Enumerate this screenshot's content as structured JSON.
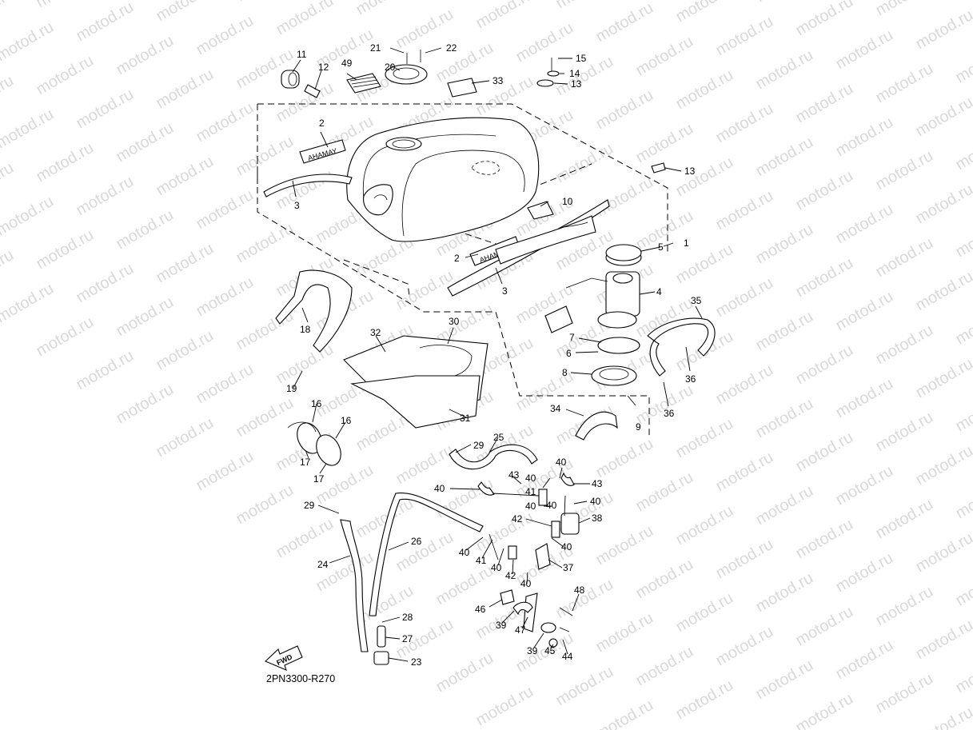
{
  "watermark": "motod.ru",
  "diagram_code": "2PN3300-R270",
  "fwd_label": "FWD",
  "callouts": {
    "c1": "1",
    "c2a": "2",
    "c2b": "2",
    "c3a": "3",
    "c3b": "3",
    "c4": "4",
    "c5": "5",
    "c6": "6",
    "c7": "7",
    "c8": "8",
    "c9": "9",
    "c10": "10",
    "c11": "11",
    "c12": "12",
    "c13a": "13",
    "c13b": "13",
    "c14": "14",
    "c15": "15",
    "c16a": "16",
    "c16b": "16",
    "c17a": "17",
    "c17b": "17",
    "c18": "18",
    "c19": "19",
    "c20": "20",
    "c21": "21",
    "c22": "22",
    "c23": "23",
    "c24": "24",
    "c25": "25",
    "c26": "26",
    "c27": "27",
    "c28": "28",
    "c29a": "29",
    "c29b": "29",
    "c30": "30",
    "c31": "31",
    "c32": "32",
    "c33": "33",
    "c34": "34",
    "c35": "35",
    "c36a": "36",
    "c36b": "36",
    "c37": "37",
    "c38": "38",
    "c39a": "39",
    "c39b": "39",
    "c40a": "40",
    "c40b": "40",
    "c40c": "40",
    "c40d": "40",
    "c40e": "40",
    "c40f": "40",
    "c40g": "40",
    "c40h": "40",
    "c40i": "40",
    "c40j": "40",
    "c41a": "41",
    "c41b": "41",
    "c42a": "42",
    "c42b": "42",
    "c43a": "43",
    "c43b": "43",
    "c44": "44",
    "c45": "45",
    "c46": "46",
    "c47": "47",
    "c48": "48",
    "c49": "49"
  }
}
